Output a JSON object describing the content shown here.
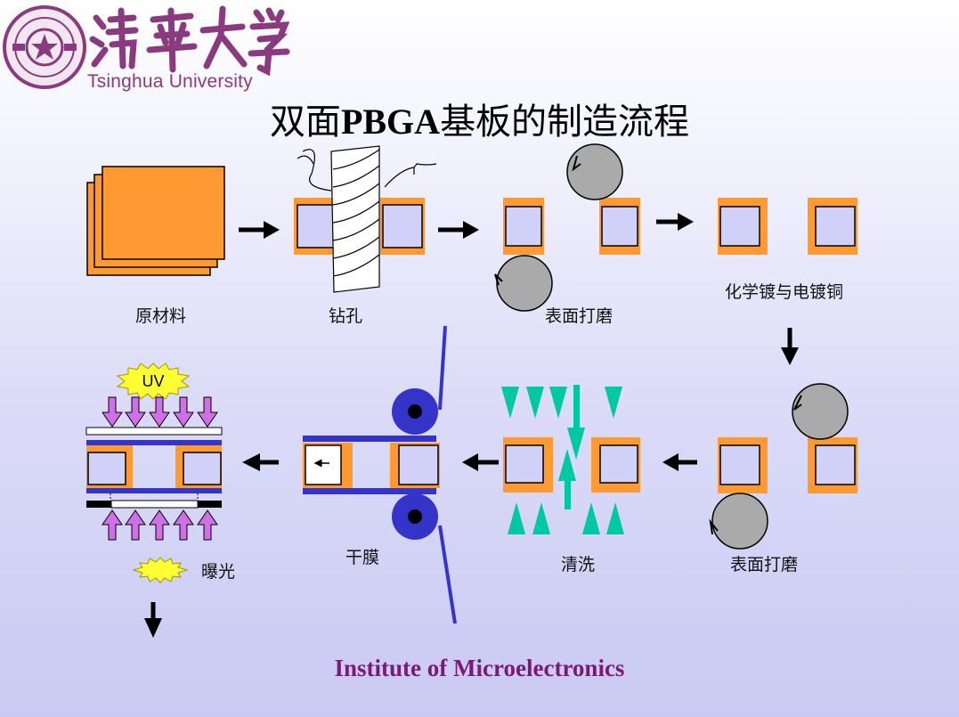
{
  "header": {
    "university_name": "Tsinghua University",
    "logo": "tsinghua-emblem-and-calligraphy"
  },
  "title": {
    "prefix": "双面",
    "latin": "PBGA",
    "suffix": "基板的制造流程"
  },
  "steps": {
    "raw_material": "原材料",
    "drilling": "钻孔",
    "surface_grinding_1": "表面打磨",
    "plating": "化学镀与电镀铜",
    "surface_grinding_2": "表面打磨",
    "cleaning": "清洗",
    "dry_film": "干膜",
    "exposure": "曝光"
  },
  "uv_label": "UV",
  "footer": "Institute of Microelectronics",
  "colors": {
    "copper": "#ff9a33",
    "substrate": "#d0d0f8",
    "roller": "#2f2fbf",
    "film": "#3434c8",
    "clean_arrow": "#00c8a0",
    "uv_arrow": "#d070e8",
    "star": "#ffff33",
    "footer": "#7b1a74",
    "logo": "#8a3a7e"
  }
}
